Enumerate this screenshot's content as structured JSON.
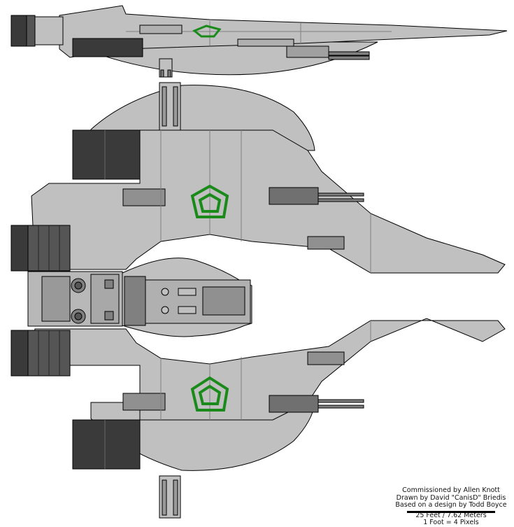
{
  "credits": {
    "commissioned": "Commissioned by Allen Knott",
    "drawn": "Drawn by David \"CanisD\" Briedis",
    "based_on": "Based on a design by Todd Boyce",
    "scale_meters": "25 Feet / 7.62 Meters",
    "scale_pixels": "1 Foot = 4 Pixels"
  },
  "colors": {
    "hull": "#c0c0c0",
    "hull_dark": "#808080",
    "panel": "#3a3a3a",
    "insignia": "#1a8a1a",
    "outline": "#000000"
  },
  "icons": [
    "pentagon-insignia-icon"
  ]
}
